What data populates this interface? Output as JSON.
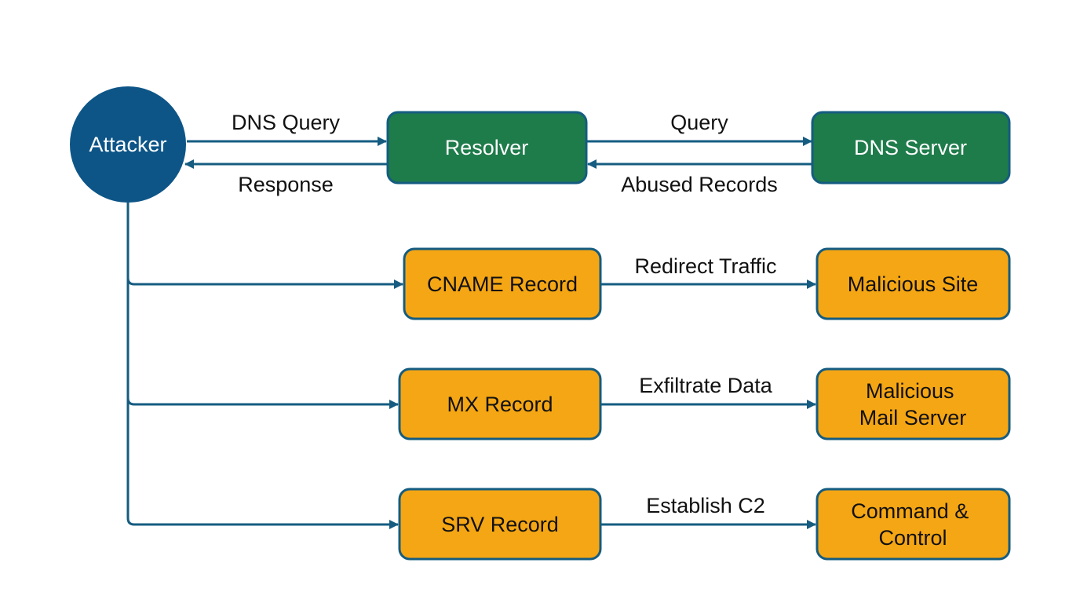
{
  "colors": {
    "attacker_fill": "#0d5587",
    "server_fill": "#1e7b4a",
    "server_stroke": "#155c80",
    "record_fill": "#f5a614",
    "record_stroke": "#155c80",
    "arrow": "#155c80",
    "white_text": "#ffffff",
    "dark_text": "#111111"
  },
  "nodes": {
    "attacker": "Attacker",
    "resolver": "Resolver",
    "dns_server": "DNS Server",
    "cname_record": "CNAME Record",
    "malicious_site": "Malicious Site",
    "mx_record": "MX Record",
    "malicious_mail_server": [
      "Malicious",
      "Mail Server"
    ],
    "srv_record": "SRV Record",
    "command_control": [
      "Command &",
      "Control"
    ]
  },
  "edges": {
    "dns_query": "DNS Query",
    "response": "Response",
    "query": "Query",
    "abused_records": "Abused Records",
    "redirect_traffic": "Redirect Traffic",
    "exfiltrate_data": "Exfiltrate Data",
    "establish_c2": "Establish C2"
  }
}
